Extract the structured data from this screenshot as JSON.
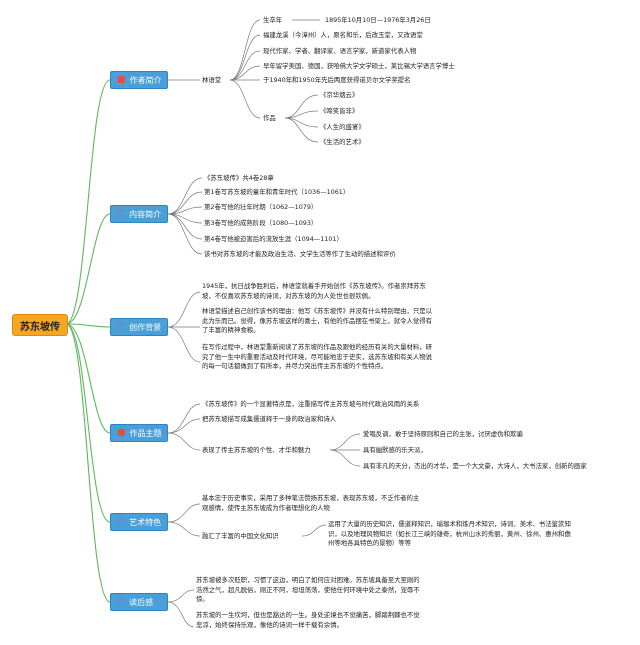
{
  "root": "苏东坡传",
  "icon_names": {
    "author": "square-icon",
    "content": "heart-icon",
    "background": "heart-icon",
    "theme": "square-icon",
    "features": "heart-icon",
    "review": "heart-icon"
  },
  "author": {
    "label": "作者简介",
    "name": "林语堂",
    "life_label": "生卒年",
    "life": "1895年10月10日—1976年3月26日",
    "facts": [
      "福建龙溪（今漳州）人，原名和乐，后改玉堂，又改语堂",
      "现代作家、学者、翻译家、语言学家，新道家代表人物",
      "早年留学美国、德国，获哈佛大学文学硕士，莱比锡大学语言学博士",
      "于1940年和1950年先后两度获得诺贝尔文学奖提名"
    ],
    "works_label": "作品",
    "works": [
      "《京华烟云》",
      "《啼笑皆非》",
      "《人生的盛宴》",
      "《生活的艺术》"
    ]
  },
  "content": {
    "label": "内容简介",
    "items": [
      "《苏东坡传》共4卷28章",
      "第1卷写苏东坡的童年和青年时代（1036—1061）",
      "第2卷写他的壮年时期（1062—1079）",
      "第3卷写他的成熟阶段（1080—1093）",
      "第4卷写他被迫害后的流放生涯（1094—1101）",
      "该书对苏东坡的才能及政治生活、文学生活等作了生动的描述和评价"
    ]
  },
  "background": {
    "label": "创作背景",
    "paras": [
      "1945年，抗日战争胜利后，林语堂就着手开始创作《苏东坡传》。作者崇拜苏东坡，不仅喜欢苏东坡的诗词，对苏东坡的为人处世也很钦佩。",
      "林语堂描述自己创作该书的理由：他写《苏东坡传》并没有什么特别理由，只是以此为乐而已。觉得，像苏东坡这样的喜士，有他的作品摆在书架上，就令人觉得有了丰富的精神食粮。",
      "在写作过程中，林语堂重新阅读了苏东坡的作品及跟他的经历有关的大量材料，研究了他一生中的重要活动及时代环境，尽可能地忠于史实，选苏东坡和有关人物说的每一句话都做到了有所本，并尽力突出传主苏东坡的个性特点。"
    ]
  },
  "theme": {
    "label": "作品主题",
    "items": [
      "《苏东坡传》的一个显著特点是，注重描写传主苏东坡与时代政治风雨的关系",
      "把苏东坡描写成集儒道释于一身的政治家和诗人"
    ],
    "personality_label": "表现了传主苏东坡的个性、才华和魅力",
    "traits": [
      "爱唱反调，敢于坚持原则和自己的主张，讨厌虚伪和欺骗",
      "具有幽默感的乐天派，",
      "具有非凡的天分，杰出的才华，是一个大文豪，大诗人，大书法家，创新的画家"
    ]
  },
  "features": {
    "label": "艺术特色",
    "para": "基本忠于历史事实，采用了多种笔法赞扬苏东坡，表现苏东坡，不乏作者的主观感情，使传主苏东坡成为作者理想化的人物",
    "knowledge_label": "融汇了丰富的中国文化知识",
    "knowledge": "运用了大量的历史知识，儒道释知识，瑜珈术和炼丹术知识，诗词、美术、书法鉴赏知识，以及地理风物知识（如长江三峡的雄奇，杭州山水的秀丽，黄州、徐州、惠州和儋州等地各具特色的景物）等等"
  },
  "review": {
    "label": "读后感",
    "paras": [
      "苏东坡被多次贬职，习惯了这边，明白了如何应对困难。苏东坡具备至大至刚的浩然之气，超凡脱俗，刚正不阿，坦坦荡荡，使他任何环境中处之泰然，宠辱不惊。",
      "苏东坡的一生坎坷，但也是豁达的一生。身处逆境也不觉痛苦，脚踏荆棘也不觉悲凉，始终保持乐观，像他的诗词一样千载有余情。"
    ]
  }
}
